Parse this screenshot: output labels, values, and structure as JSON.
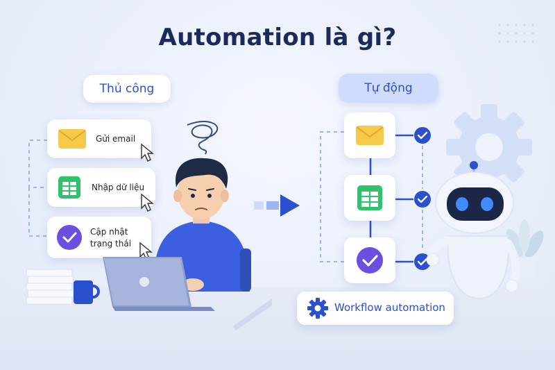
{
  "title": "Automation là gì?",
  "manual": {
    "label": "Thủ công",
    "tasks": [
      {
        "icon": "envelope-icon",
        "label": "Gửi email"
      },
      {
        "icon": "spreadsheet-icon",
        "label": "Nhập dữ liệu"
      },
      {
        "icon": "checkmark-icon",
        "label_line1": "Cập nhật",
        "label_line2": "trạng thái"
      }
    ]
  },
  "auto": {
    "label": "Tự động",
    "steps": [
      {
        "icon": "envelope-icon"
      },
      {
        "icon": "spreadsheet-icon"
      },
      {
        "icon": "checkmark-icon"
      }
    ],
    "workflow_label": "Workflow automation"
  },
  "colors": {
    "primary": "#2a4fcf",
    "navy": "#1b2a5c",
    "envelope": "#f7c948",
    "sheet": "#2fc26b",
    "check": "#6c4fe0"
  }
}
